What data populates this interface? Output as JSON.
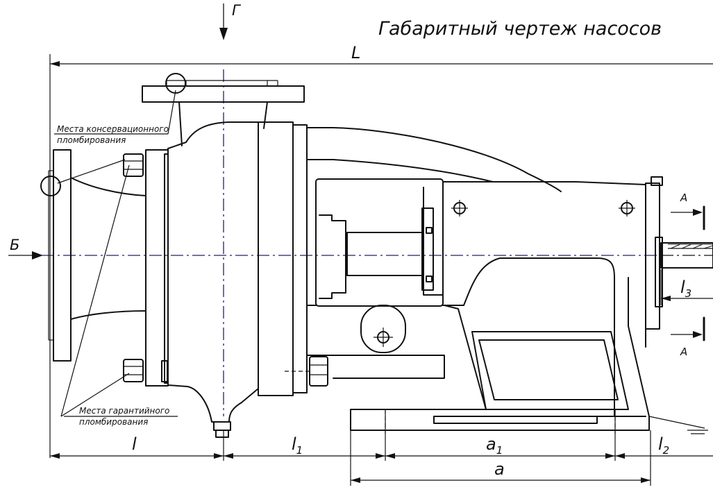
{
  "title": "Габаритный чертеж насосов",
  "views": {
    "top_arrow": "Г",
    "left_arrow": "Б",
    "section_top": "А",
    "section_bottom": "А"
  },
  "notes": {
    "conservation_line1": "Места консервационного",
    "conservation_line2": "пломбирования",
    "guarantee_line1": "Места гарантийного",
    "guarantee_line2": "пломбирования"
  },
  "dimensions": {
    "L": "L",
    "l": "l",
    "l1_main": "l",
    "l1_sub": "1",
    "a1_main": "a",
    "a1_sub": "1",
    "l2_main": "l",
    "l2_sub": "2",
    "l3_main": "l",
    "l3_sub": "3",
    "a": "a"
  },
  "colors": {
    "ink": "#111111",
    "axis": "#1a1aa0",
    "background": "#ffffff"
  }
}
